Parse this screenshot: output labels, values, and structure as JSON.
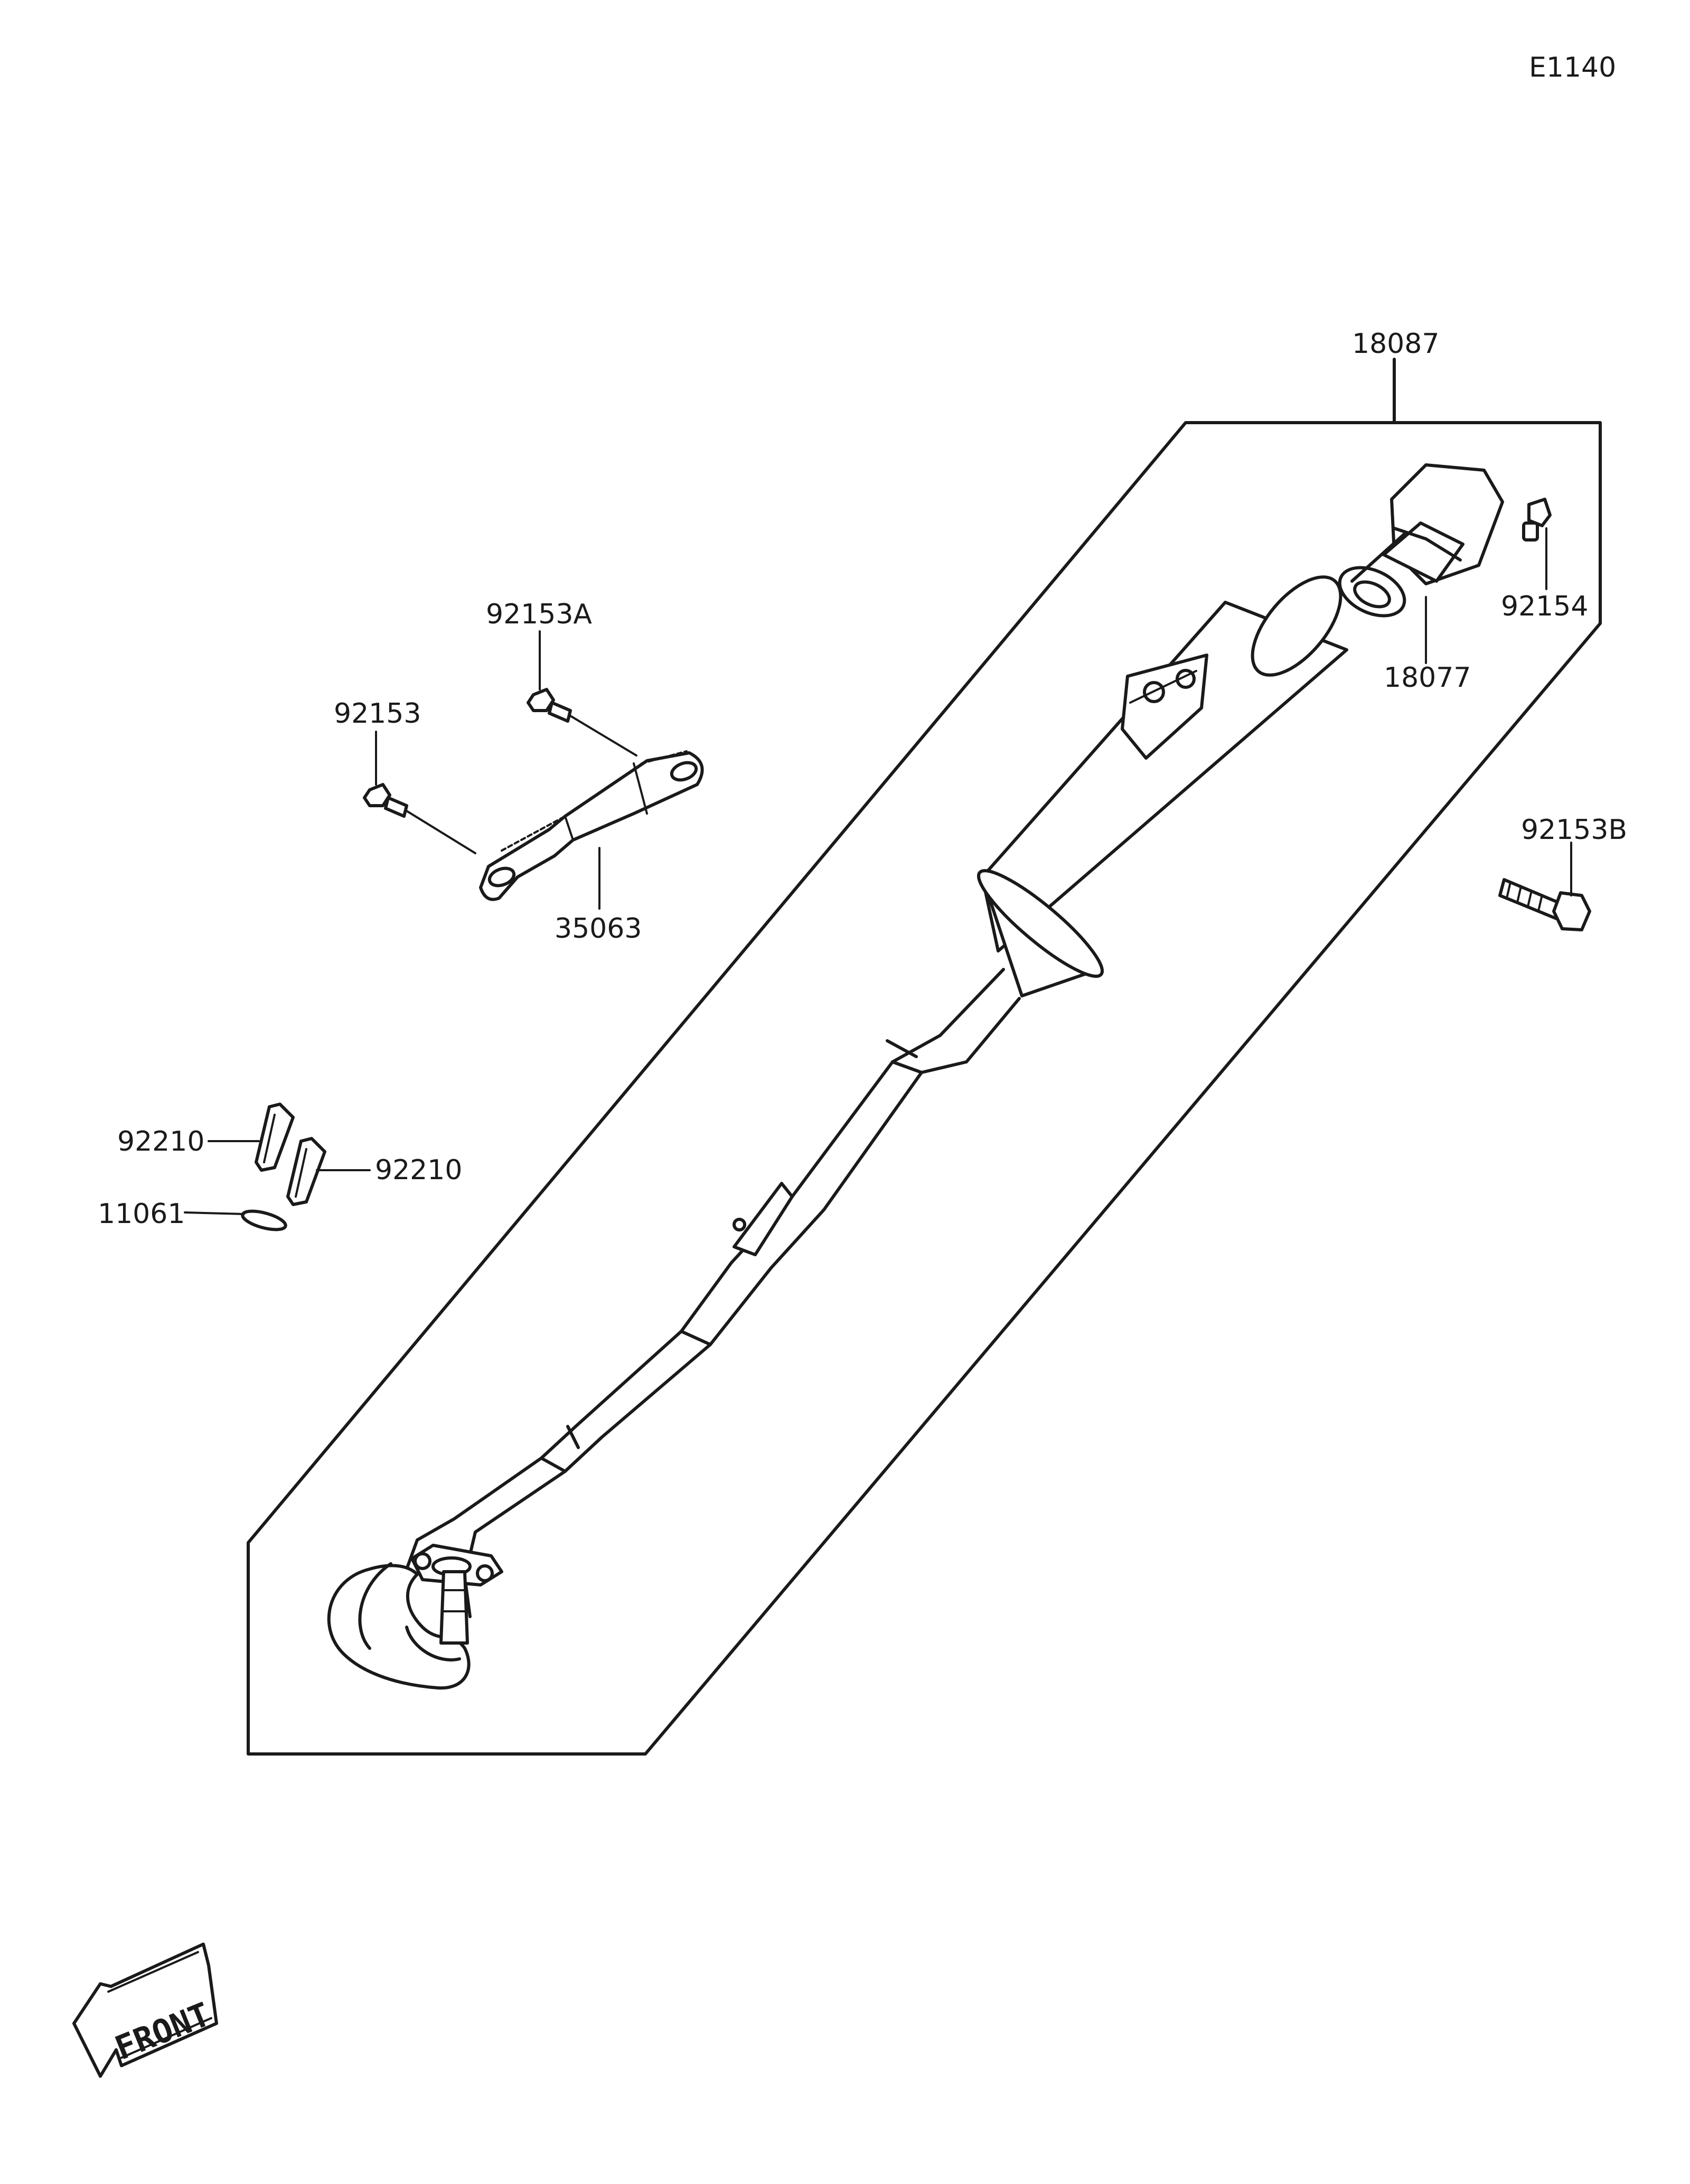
{
  "diagram_id": "E1140",
  "labels": {
    "assembly": "18087",
    "end_cap": "18077",
    "end_bolt": "92154",
    "mount_bolt": "92153B",
    "bracket_bolt_a": "92153A",
    "bracket_bolt": "92153",
    "bracket": "35063",
    "clip_upper": "92210",
    "clip_lower": "92210",
    "gasket": "11061"
  },
  "front_indicator": "FRONT"
}
